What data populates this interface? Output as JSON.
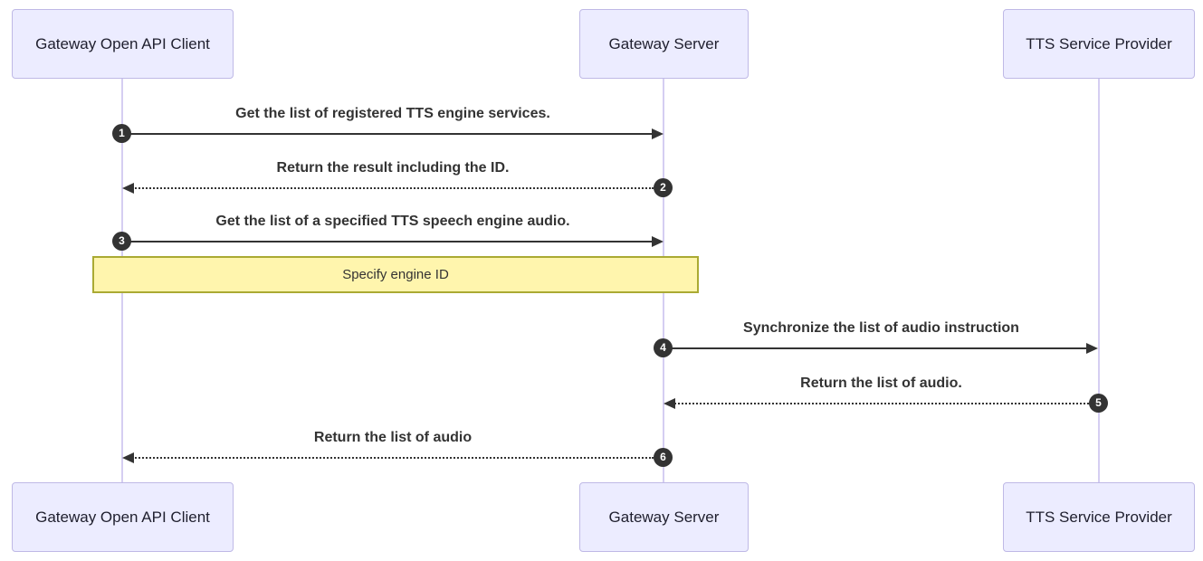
{
  "diagram": {
    "type": "sequence",
    "actors": [
      {
        "id": "client",
        "label": "Gateway Open API Client"
      },
      {
        "id": "server",
        "label": "Gateway Server"
      },
      {
        "id": "tts",
        "label": "TTS Service Provider"
      }
    ],
    "messages": [
      {
        "seq": "1",
        "text": "Get the list of registered TTS engine services.",
        "from": "client",
        "to": "server",
        "style": "solid"
      },
      {
        "seq": "2",
        "text": "Return the result including the ID.",
        "from": "server",
        "to": "client",
        "style": "dashed"
      },
      {
        "seq": "3",
        "text": "Get the list of a specified TTS speech engine audio.",
        "from": "client",
        "to": "server",
        "style": "solid"
      },
      {
        "seq": "4",
        "text": "Synchronize the list of audio instruction",
        "from": "server",
        "to": "tts",
        "style": "solid"
      },
      {
        "seq": "5",
        "text": "Return the list of audio.",
        "from": "tts",
        "to": "server",
        "style": "dashed"
      },
      {
        "seq": "6",
        "text": "Return the list of audio",
        "from": "server",
        "to": "client",
        "style": "dashed"
      }
    ],
    "note": {
      "text": "Specify engine ID",
      "over": [
        "client",
        "server"
      ]
    },
    "colors": {
      "actor_fill": "#ECECFF",
      "actor_border": "#BFB9E6",
      "lifeline": "#D5CEF2",
      "note_fill": "#FFF5AD",
      "note_border": "#AAAA33",
      "arrow": "#333333",
      "seq_badge_fill": "#333333",
      "seq_badge_text": "#FFFFFF"
    }
  }
}
